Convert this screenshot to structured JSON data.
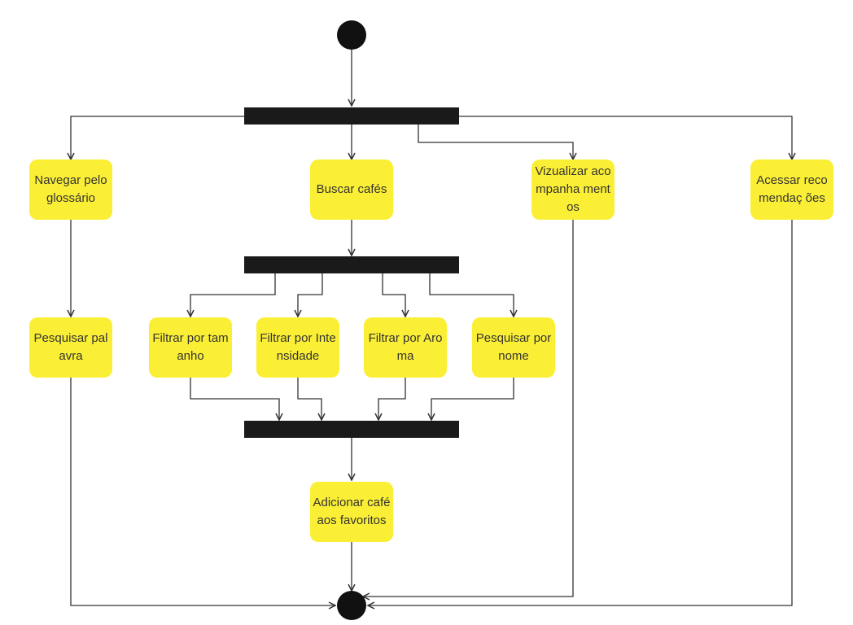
{
  "diagram": {
    "type": "uml-activity",
    "colors": {
      "node_fill": "#fbef35",
      "node_text": "#333333",
      "bar_fill": "#1a1a1a",
      "terminal_fill": "#111111",
      "edge": "#333333"
    },
    "nodes": {
      "navegar": "Navegar pelo glossário",
      "buscar": "Buscar cafés",
      "vizualizar": "Vizualizar acompanha mentos",
      "acessar": "Acessar recomendaç ões",
      "pesquisar_palavra": "Pesquisar palavra",
      "filtrar_tamanho": "Filtrar por tamanho",
      "filtrar_intensidade": "Filtrar por Intensidade",
      "filtrar_aroma": "Filtrar por Aroma",
      "pesquisar_nome": "Pesquisar por nome",
      "adicionar": "Adicionar café aos favoritos"
    }
  }
}
